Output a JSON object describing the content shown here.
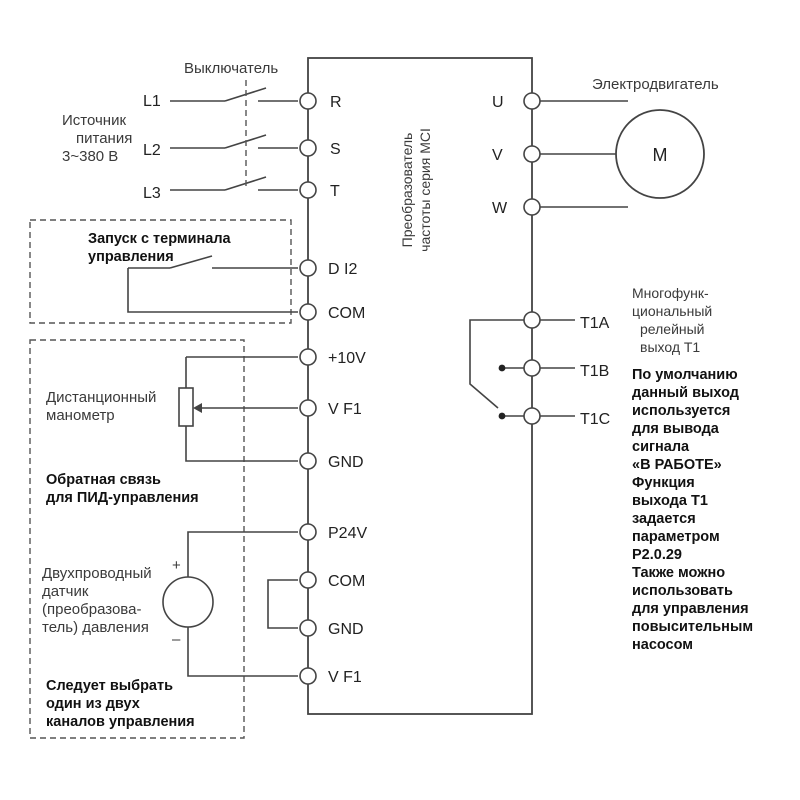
{
  "switch_label": "Выключатель",
  "motor_label": "Электродвигатель",
  "motor_symbol": "M",
  "power_source": [
    "Источник",
    "питания",
    "3~380 В"
  ],
  "phases": [
    "L1",
    "L2",
    "L3"
  ],
  "converter_title": [
    "Преобразователь",
    "частоты серия MCI"
  ],
  "left_terminals": [
    "R",
    "S",
    "T",
    "D I2",
    "COM",
    "+10V",
    "V F1",
    "GND",
    "P24V",
    "COM",
    "GND",
    "V F1"
  ],
  "right_terminals_motor": [
    "U",
    "V",
    "W"
  ],
  "right_terminals_relay": [
    "T1A",
    "T1B",
    "T1C"
  ],
  "terminal_start": [
    "Запуск с терминала",
    "управления"
  ],
  "manometer": [
    "Дистанционный",
    "манометр"
  ],
  "pid_feedback": [
    "Обратная связь",
    "для ПИД-управления"
  ],
  "sensor": [
    "Двухпроводный",
    "датчик",
    "(преобразова-",
    "тель) давления"
  ],
  "sensor_plus": "+",
  "sensor_minus": "–",
  "choose_channel": [
    "Следует выбрать",
    "один из двух",
    "каналов управления"
  ],
  "relay_desc": [
    "Многофунк-",
    "циональный",
    "релейный",
    "выход T1"
  ],
  "relay_note": [
    "По умолчанию",
    "данный выход",
    "используется",
    "для вывода",
    "сигнала",
    "«В РАБОТЕ»",
    "Функция",
    "выхода T1",
    "задается",
    "параметром",
    "P2.0.29",
    "Также можно",
    "использовать",
    "для управления",
    "повысительным",
    "насосом"
  ]
}
